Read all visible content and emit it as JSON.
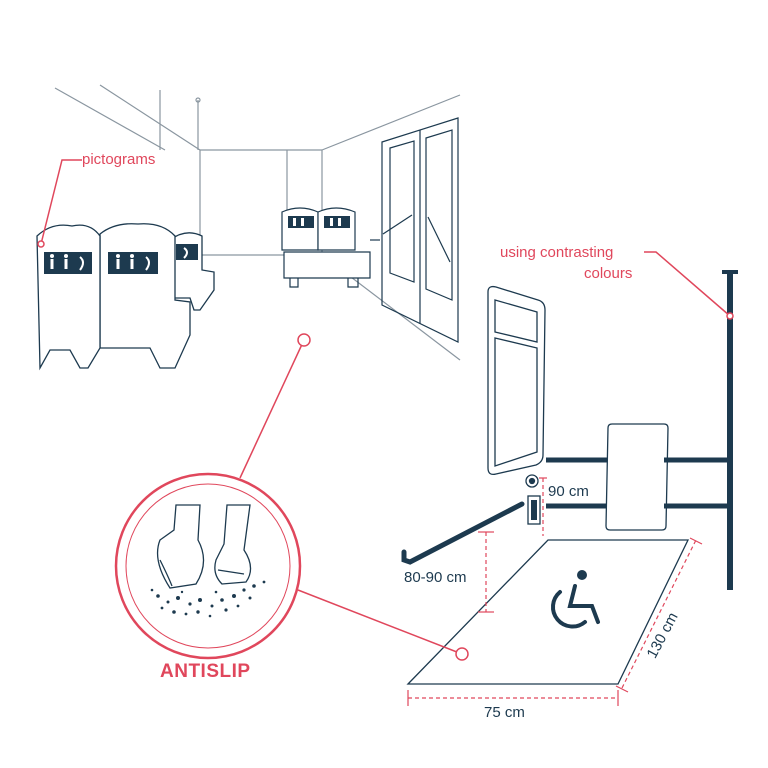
{
  "labels": {
    "pictograms": "pictograms",
    "contrast_line1": "using contrasting",
    "contrast_line2": "colours",
    "antislip": "ANTISLIP",
    "handle_height": "90 cm",
    "rail_height": "80-90 cm",
    "space_width": "75 cm",
    "space_length": "130 cm"
  },
  "colors": {
    "accent": "#e0475c",
    "line": "#1d3a4f",
    "outline": "#8a96a0"
  },
  "icons": [
    "walking-person-icon",
    "standing-person-icon",
    "wheelchair-icon",
    "elderly-person-icon",
    "wheelchair-symbol-icon",
    "shoe-icon"
  ]
}
